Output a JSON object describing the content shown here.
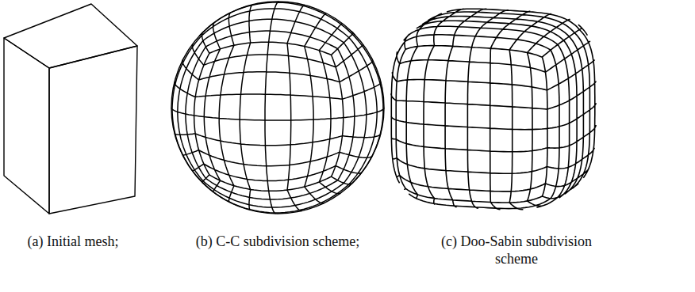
{
  "diagram": {
    "labels": [
      "(a) Initial mesh;",
      "(b) C-C subdivision scheme;",
      "(c) Doo-Sabin subdivision scheme"
    ]
  }
}
